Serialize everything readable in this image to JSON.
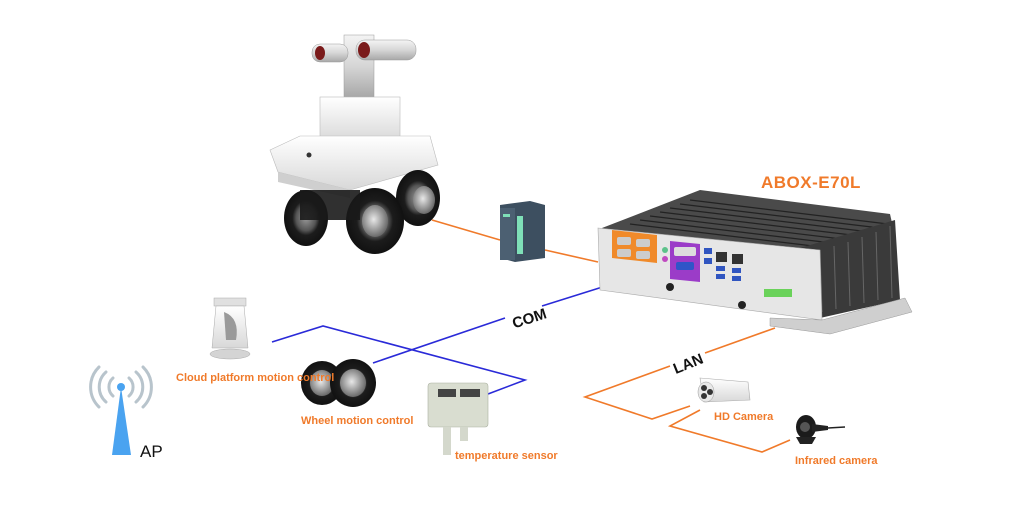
{
  "title": "ABOX-E70L",
  "buses": {
    "com": "COM",
    "lan": "LAN"
  },
  "devices": {
    "robot": {
      "name": "inspection-robot"
    },
    "plc": {
      "name": "plc-module"
    },
    "controller": {
      "label": "ABOX-E70L"
    },
    "ptz": {
      "label": "Cloud platform motion control"
    },
    "wheels": {
      "label": "Wheel motion control"
    },
    "temp": {
      "label": "temperature sensor"
    },
    "hd_camera": {
      "label": "HD Camera"
    },
    "ir_camera": {
      "label": "Infrared camera"
    },
    "ap": {
      "label": "AP"
    }
  },
  "colors": {
    "label": "#f07a2a",
    "com_line": "#2a2ad8",
    "lan_line": "#f07a2a",
    "ap_tower": "#4aa3f0",
    "ap_waves": "#b8c4cc"
  }
}
